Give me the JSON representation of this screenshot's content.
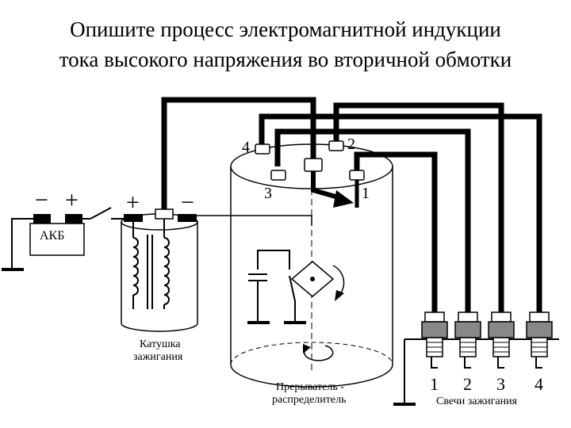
{
  "title": {
    "line1": "Опишите процесс электромагнитной индукции",
    "line2": "тока высокого напряжения во вторичной обмотки"
  },
  "battery": {
    "label": "АКБ",
    "minus": "−",
    "plus": "+"
  },
  "coil": {
    "plus": "+",
    "minus": "−",
    "label_line1": "Катушка",
    "label_line2": "зажигания"
  },
  "distributor": {
    "terminal_1": "1",
    "terminal_2": "2",
    "terminal_3": "3",
    "terminal_4": "4",
    "label_line1": "Прерыватель -",
    "label_line2": "распределитель"
  },
  "spark_plugs": {
    "numbers": [
      "1",
      "2",
      "3",
      "4"
    ],
    "label": "Свечи зажигания"
  }
}
